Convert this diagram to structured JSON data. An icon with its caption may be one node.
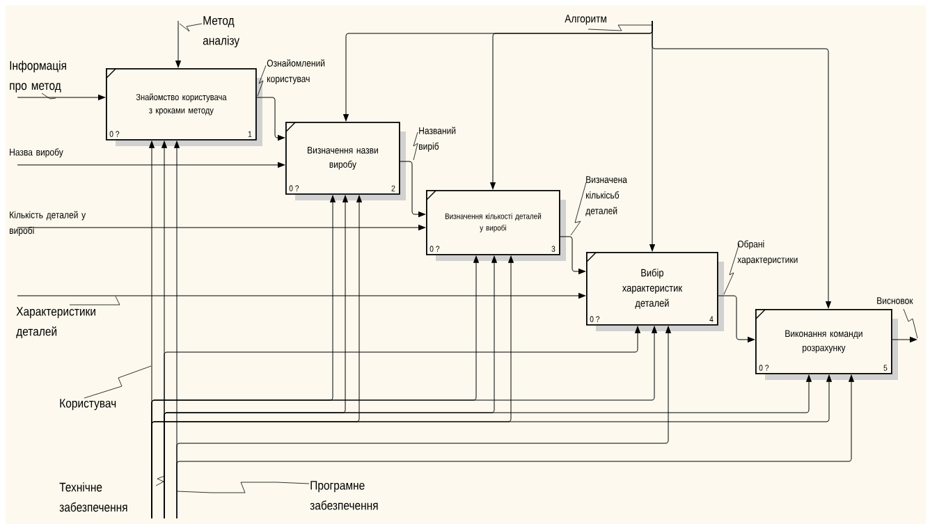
{
  "diagram": {
    "nodes": [
      {
        "text": [
          "Знайомство користувача з кроками методу",
          "0 ?",
          "1"
        ]
      },
      {
        "text": [
          "Визначення назви виробу",
          "0 ?",
          "2"
        ]
      },
      {
        "text": [
          "Визначення кількості деталей у виробі",
          "0 ?",
          "3"
        ]
      },
      {
        "text": [
          "Вибір характеристик деталей",
          "0 ?",
          "4"
        ]
      },
      {
        "text": [
          "Виконання команди розрахунку",
          "0 ?",
          "5"
        ]
      }
    ],
    "edges": [
      {
        "from": null,
        "to": 0,
        "arrow": "to",
        "label": "Інформація про метод"
      },
      {
        "from": null,
        "to": 1,
        "arrow": "to",
        "label": "Назва виробу"
      },
      {
        "from": null,
        "to": 2,
        "arrow": "to",
        "label": "Кількість деталей у виробі"
      },
      {
        "from": null,
        "to": 3,
        "arrow": "to",
        "label": "Характеристики деталей"
      },
      {
        "from": null,
        "to": 0,
        "arrow": "to",
        "label": "Метод аналізу"
      },
      {
        "from": null,
        "to": 1,
        "arrow": "to",
        "label": "Алгоритм"
      },
      {
        "from": null,
        "to": 2,
        "arrow": "to"
      },
      {
        "from": null,
        "to": 3,
        "arrow": "to"
      },
      {
        "from": null,
        "to": 4,
        "arrow": "to"
      },
      {
        "from": 0,
        "to": 1,
        "arrow": "to",
        "label": "Ознайомлений користувач"
      },
      {
        "from": 1,
        "to": 2,
        "arrow": "to",
        "label": "Названий виріб"
      },
      {
        "from": 2,
        "to": 3,
        "arrow": "to",
        "label": "Визначена кількісьб деталей"
      },
      {
        "from": 3,
        "to": 4,
        "arrow": "to",
        "label": "Обрані характеристики"
      },
      {
        "from": 4,
        "to": null,
        "arrow": "to",
        "label": "Висновок"
      },
      {
        "from": null,
        "to": 0,
        "arrow": "to",
        "label": "Користувач"
      },
      {
        "from": null,
        "to": 0,
        "arrow": "to",
        "label": "Технічне забезпечення"
      },
      {
        "from": null,
        "to": 0,
        "arrow": "to"
      },
      {
        "from": null,
        "to": 1,
        "arrow": "to"
      },
      {
        "from": null,
        "to": 1,
        "arrow": "to"
      },
      {
        "from": null,
        "to": 1,
        "arrow": "to"
      },
      {
        "from": null,
        "to": 2,
        "arrow": "to"
      },
      {
        "from": null,
        "to": 2,
        "arrow": "to"
      },
      {
        "from": null,
        "to": 2,
        "arrow": "to"
      },
      {
        "from": null,
        "to": 3,
        "arrow": "to"
      },
      {
        "from": null,
        "to": 3,
        "arrow": "to"
      },
      {
        "from": null,
        "to": 3,
        "arrow": "to"
      },
      {
        "from": null,
        "to": 4,
        "arrow": "to"
      },
      {
        "from": null,
        "to": 4,
        "arrow": "to"
      },
      {
        "from": null,
        "to": 4,
        "arrow": "to",
        "label": "Програмне забезпечення"
      }
    ]
  }
}
